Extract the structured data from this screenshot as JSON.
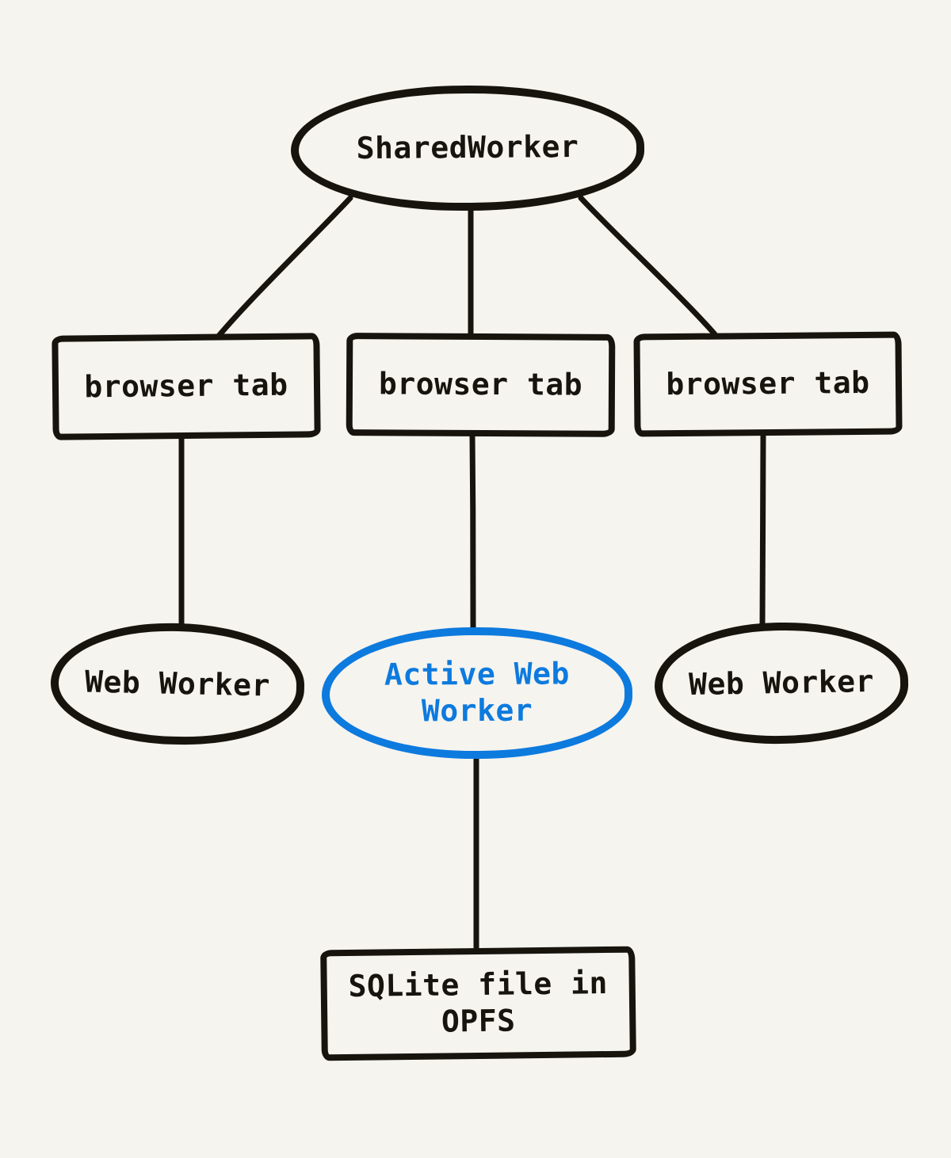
{
  "diagram": {
    "background_color": "#f5f4ef",
    "stroke_color": "#17140e",
    "accent_color": "#0d7ade",
    "nodes": {
      "shared_worker": {
        "label": "SharedWorker",
        "shape": "ellipse",
        "color": "black"
      },
      "browser_tab_left": {
        "label": "browser tab",
        "shape": "rect",
        "color": "black"
      },
      "browser_tab_middle": {
        "label": "browser tab",
        "shape": "rect",
        "color": "black"
      },
      "browser_tab_right": {
        "label": "browser tab",
        "shape": "rect",
        "color": "black"
      },
      "web_worker_left": {
        "label": "Web Worker",
        "shape": "ellipse",
        "color": "black"
      },
      "active_web_worker": {
        "label": "Active Web Worker",
        "shape": "ellipse",
        "color": "blue",
        "highlighted": true
      },
      "web_worker_right": {
        "label": "Web Worker",
        "shape": "ellipse",
        "color": "black"
      },
      "sqlite_file": {
        "label": "SQLite file in OPFS",
        "shape": "rect",
        "color": "black"
      }
    },
    "edges": [
      {
        "from": "shared_worker",
        "to": "browser_tab_left"
      },
      {
        "from": "shared_worker",
        "to": "browser_tab_middle"
      },
      {
        "from": "shared_worker",
        "to": "browser_tab_right"
      },
      {
        "from": "browser_tab_left",
        "to": "web_worker_left"
      },
      {
        "from": "browser_tab_middle",
        "to": "active_web_worker"
      },
      {
        "from": "browser_tab_right",
        "to": "web_worker_right"
      },
      {
        "from": "active_web_worker",
        "to": "sqlite_file"
      }
    ]
  }
}
